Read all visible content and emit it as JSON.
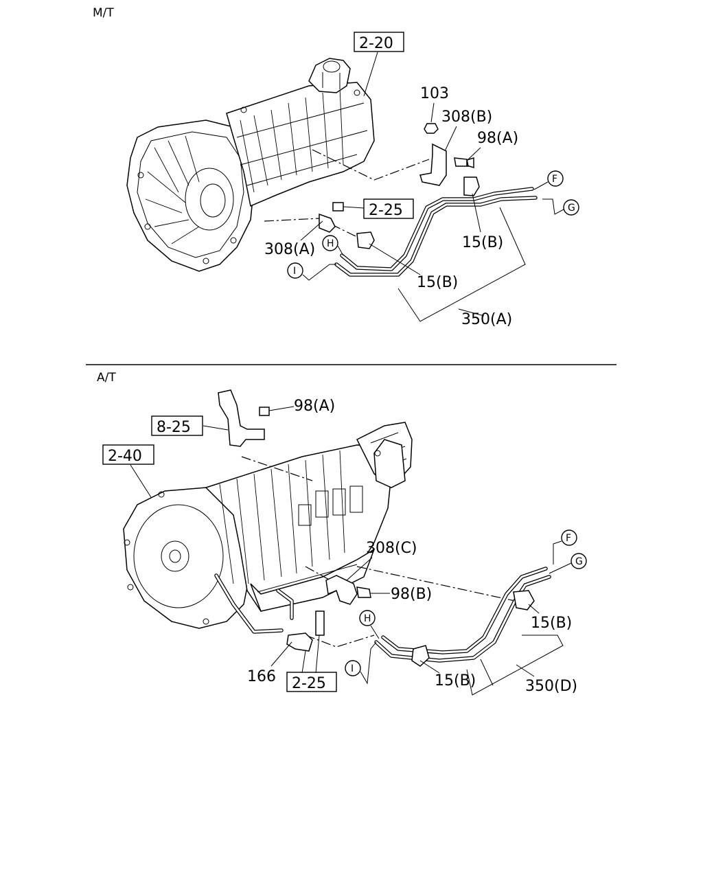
{
  "sections": {
    "mt": {
      "title": "M/T",
      "ref_2_20": "2-20",
      "ref_2_25": "2-25",
      "p103": "103",
      "p308b": "308(B)",
      "p98a": "98(A)",
      "p308a": "308(A)",
      "p15b_upper": "15(B)",
      "p15b_lower": "15(B)",
      "p350a": "350(A)",
      "c_f": "F",
      "c_g": "G",
      "c_h": "H",
      "c_i": "I"
    },
    "at": {
      "title": "A/T",
      "ref_8_25": "8-25",
      "ref_2_40": "2-40",
      "ref_2_25": "2-25",
      "p98a": "98(A)",
      "p308c": "308(C)",
      "p98b": "98(B)",
      "p15b_right": "15(B)",
      "p15b_lower": "15(B)",
      "p166": "166",
      "p350d": "350(D)",
      "c_f": "F",
      "c_g": "G",
      "c_h": "H",
      "c_i": "I"
    }
  }
}
